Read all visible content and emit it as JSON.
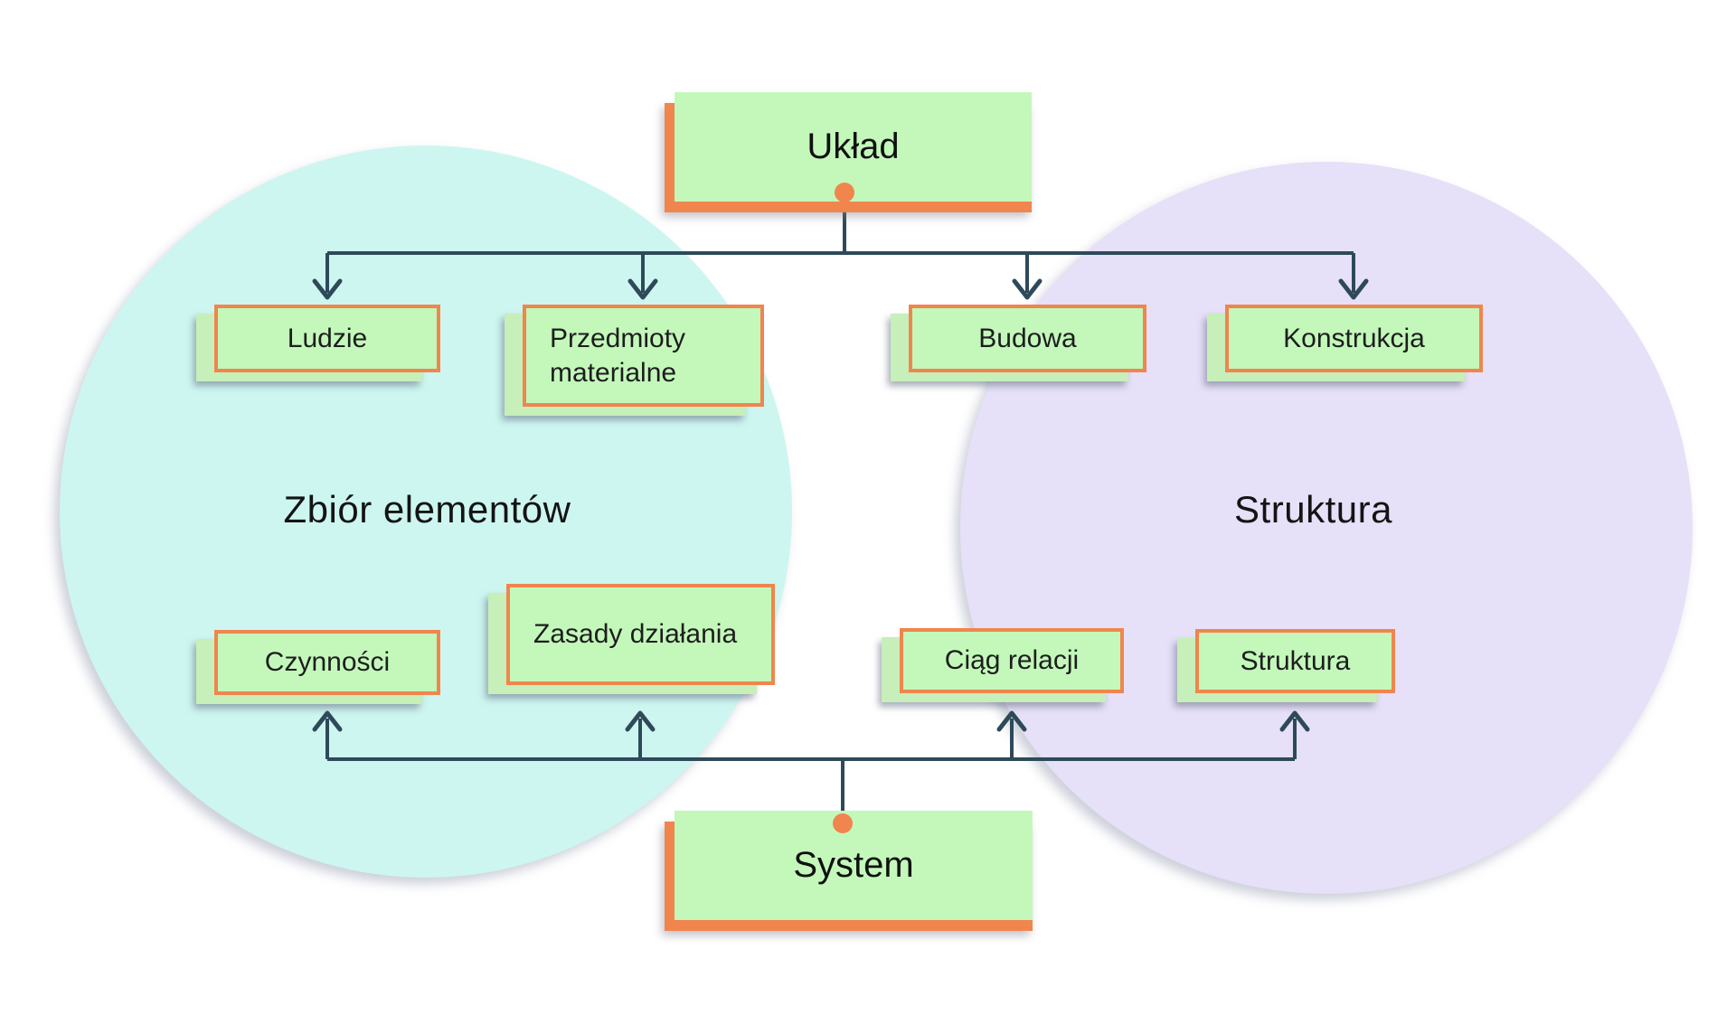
{
  "nodes": {
    "uklad": "Układ",
    "system": "System",
    "ludzie": "Ludzie",
    "przedmioty": "Przedmioty materialne",
    "budowa": "Budowa",
    "konstrukcja": "Konstrukcja",
    "czynnosci": "Czynności",
    "zasady": "Zasady działania",
    "ciag_relacji": "Ciąg relacji",
    "struktura": "Struktura"
  },
  "labels": {
    "left_circle": "Zbiór elementów",
    "right_circle": "Struktura"
  },
  "colors": {
    "background": "#ffffff",
    "left_circle_fill": "#cdf6f0",
    "right_circle_fill": "#e6e0f8",
    "box_fill": "#c3f8ba",
    "box_shadow_fill": "#c6efba",
    "accent_orange": "#f0854d",
    "connector": "#2e4a5a",
    "text": "#1d1d1d"
  }
}
